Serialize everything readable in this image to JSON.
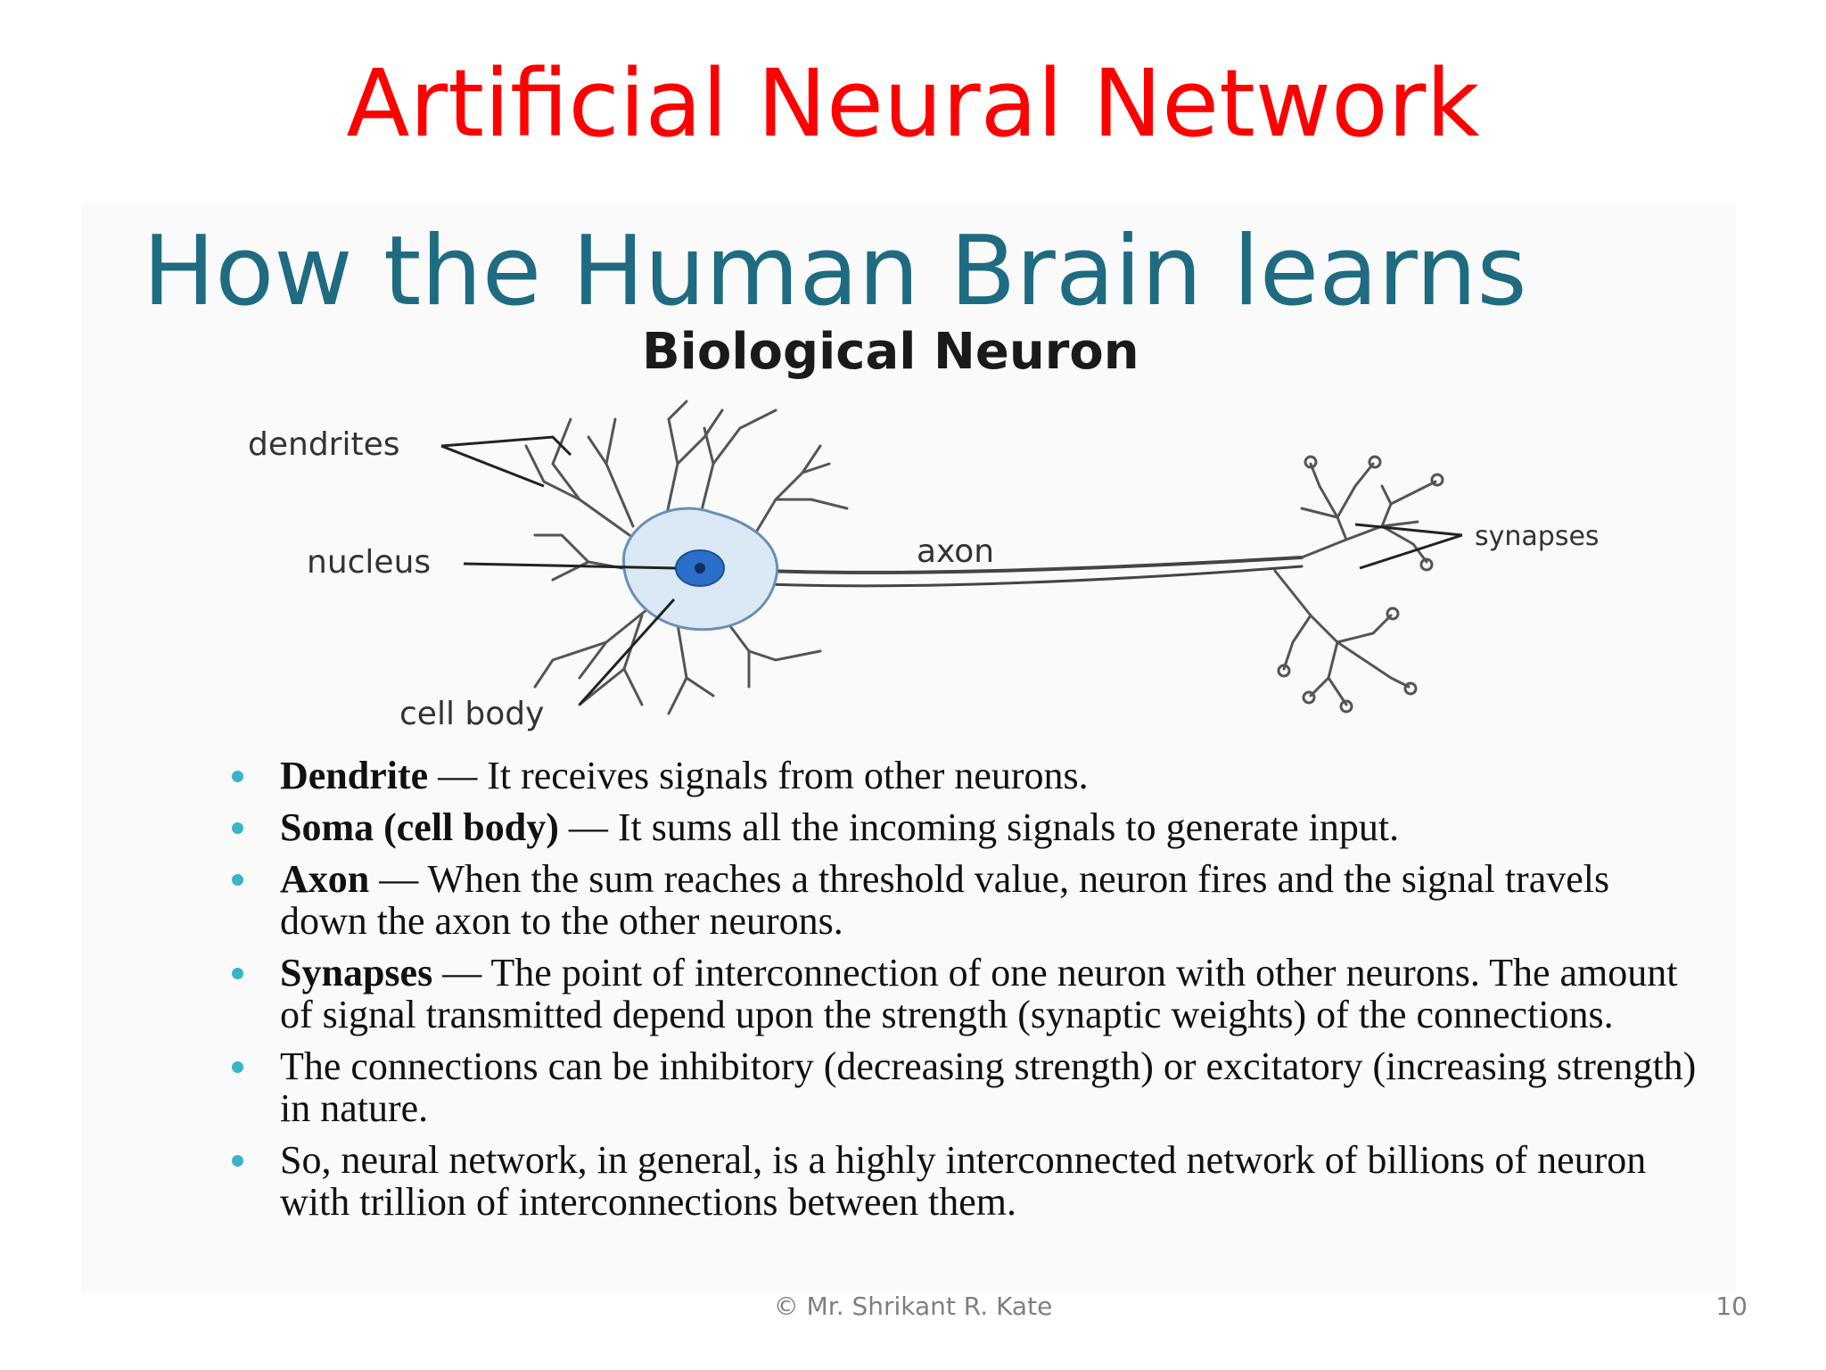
{
  "slide": {
    "title": "Artificial Neural Network",
    "footer": "© Mr. Shrikant  R. Kate",
    "page_number": "10"
  },
  "panel": {
    "heading": "How the Human Brain learns",
    "diagram": {
      "title": "Biological Neuron",
      "labels": {
        "dendrites": "dendrites",
        "nucleus": "nucleus",
        "axon": "axon",
        "synapses": "synapses",
        "cell_body": "cell body"
      }
    },
    "bullets": [
      {
        "term": "Dendrite",
        "text": "It receives signals from other neurons."
      },
      {
        "term": "Soma (cell body)",
        "text": "It sums all the incoming signals to generate input."
      },
      {
        "term": "Axon",
        "text": "When the sum reaches a threshold value, neuron fires and the signal travels down the axon to the other neurons."
      },
      {
        "term": "Synapses",
        "text": "The point of interconnection of one neuron with other neurons. The amount of signal transmitted depend upon the strength (synaptic weights) of the connections."
      },
      {
        "term": "",
        "text": "The connections can be inhibitory (decreasing strength) or excitatory (increasing strength) in nature."
      },
      {
        "term": "",
        "text": "So, neural network, in general, is a highly interconnected network of billions of neuron with trillion of interconnections between them."
      }
    ]
  },
  "colors": {
    "title": "#ff0000",
    "heading": "#1f6b82",
    "bullet": "#3ab4c6",
    "cell_fill": "#dbe9f6",
    "nucleus": "#2a6fc9"
  }
}
